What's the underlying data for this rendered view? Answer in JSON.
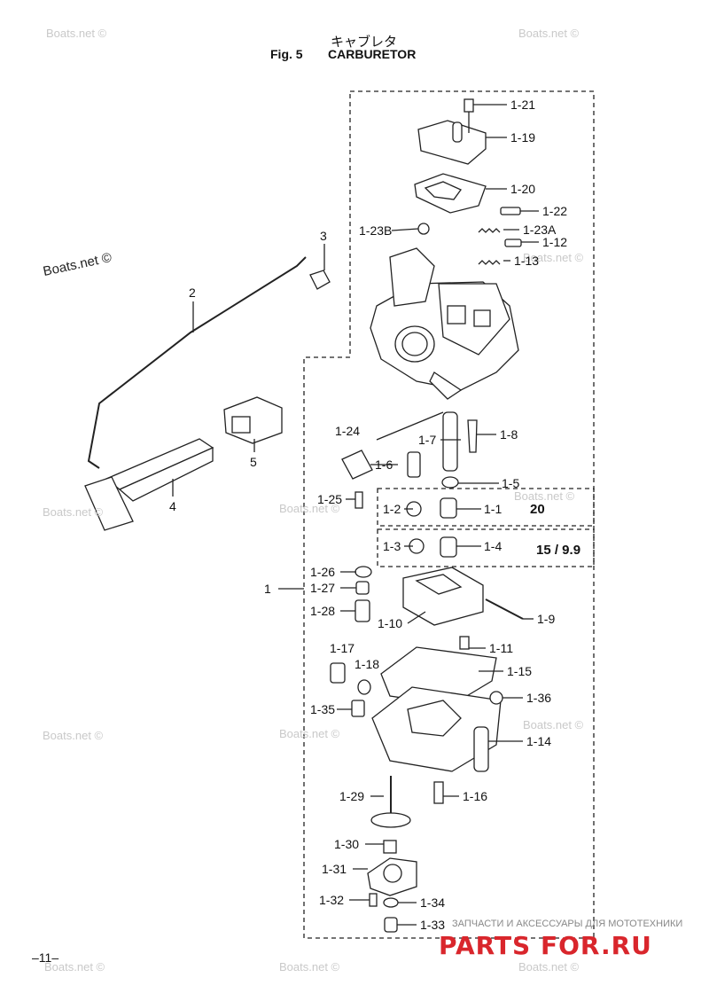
{
  "header": {
    "title_jp": "キャブレタ",
    "fig_no": "Fig. 5",
    "fig_name": "CARBURETOR"
  },
  "page_number": "–11–",
  "watermark": "Boats.net ©",
  "brand": {
    "name": "PARTS FOR.RU",
    "tagline": "ЗАПЧАСТИ И АКСЕССУАРЫ ДЛЯ МОТОТЕХНИКИ"
  },
  "callouts": {
    "p1_21": "1-21",
    "p1_19": "1-19",
    "p1_20": "1-20",
    "p1_22": "1-22",
    "p1_23B": "1-23B",
    "p1_23A": "1-23A",
    "p1_12": "1-12",
    "p1_13": "1-13",
    "p3": "3",
    "p2": "2",
    "p1_24": "1-24",
    "p1_7": "1-7",
    "p1_8": "1-8",
    "p1_6": "1-6",
    "p1_5": "1-5",
    "p5": "5",
    "p4": "4",
    "p1_25": "1-25",
    "p1_2": "1-2",
    "p1_1": "1-1",
    "p20": "20",
    "p1_3": "1-3",
    "p1_4": "1-4",
    "p15_9_9": "15 / 9.9",
    "p1_26": "1-26",
    "p1": "1",
    "p1_27": "1-27",
    "p1_28": "1-28",
    "p1_10": "1-10",
    "p1_9": "1-9",
    "p1_11": "1-11",
    "p1_17": "1-17",
    "p1_18": "1-18",
    "p1_15": "1-15",
    "p1_36": "1-36",
    "p1_35": "1-35",
    "p1_14": "1-14",
    "p1_29": "1-29",
    "p1_16": "1-16",
    "p1_30": "1-30",
    "p1_31": "1-31",
    "p1_32": "1-32",
    "p1_34": "1-34",
    "p1_33": "1-33"
  }
}
